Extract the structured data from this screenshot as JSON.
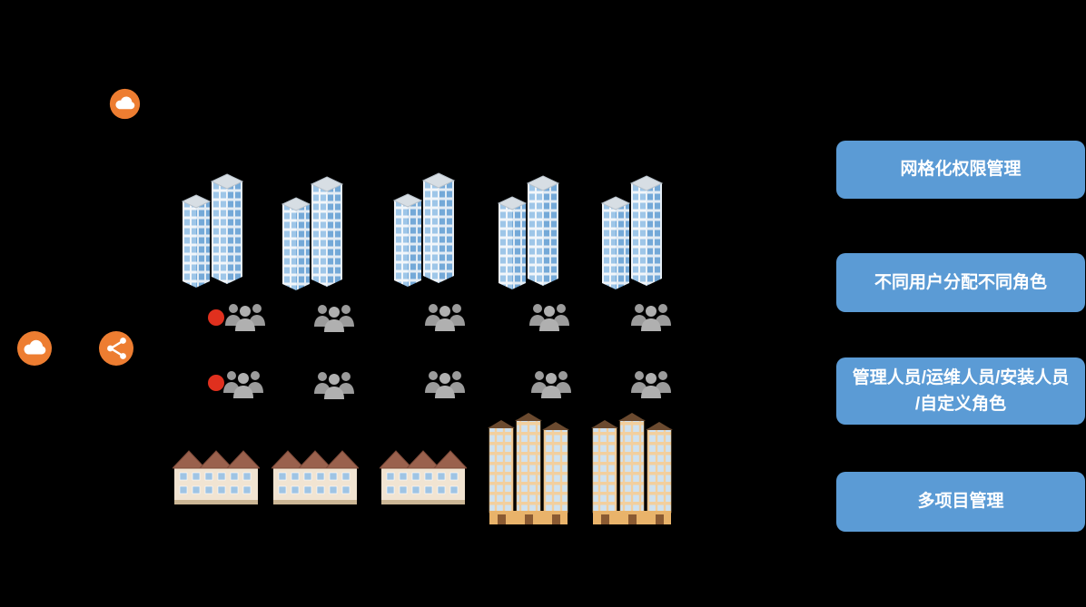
{
  "diagram": {
    "panels": [
      {
        "label": "网格化权限管理"
      },
      {
        "label": "不同用户分配不同角色"
      },
      {
        "label": "管理人员/运维人员/安装人员 /自定义角色"
      },
      {
        "label": "多项目管理"
      }
    ],
    "icons": {
      "top_cloud": "cloud-icon",
      "left_cloud": "cloud-icon",
      "hub": "share-icon",
      "people_group": "people-group-icon",
      "office": "office-buildings-icon",
      "houses": "residential-houses-icon",
      "towers": "tall-buildings-icon",
      "marker": "red-dot-marker"
    },
    "colors": {
      "background": "#000000",
      "panel_blue": "#5B9BD5",
      "icon_orange": "#ED7D31",
      "people_gray": "#9B9B9B",
      "dot_red": "#E0301E"
    }
  }
}
